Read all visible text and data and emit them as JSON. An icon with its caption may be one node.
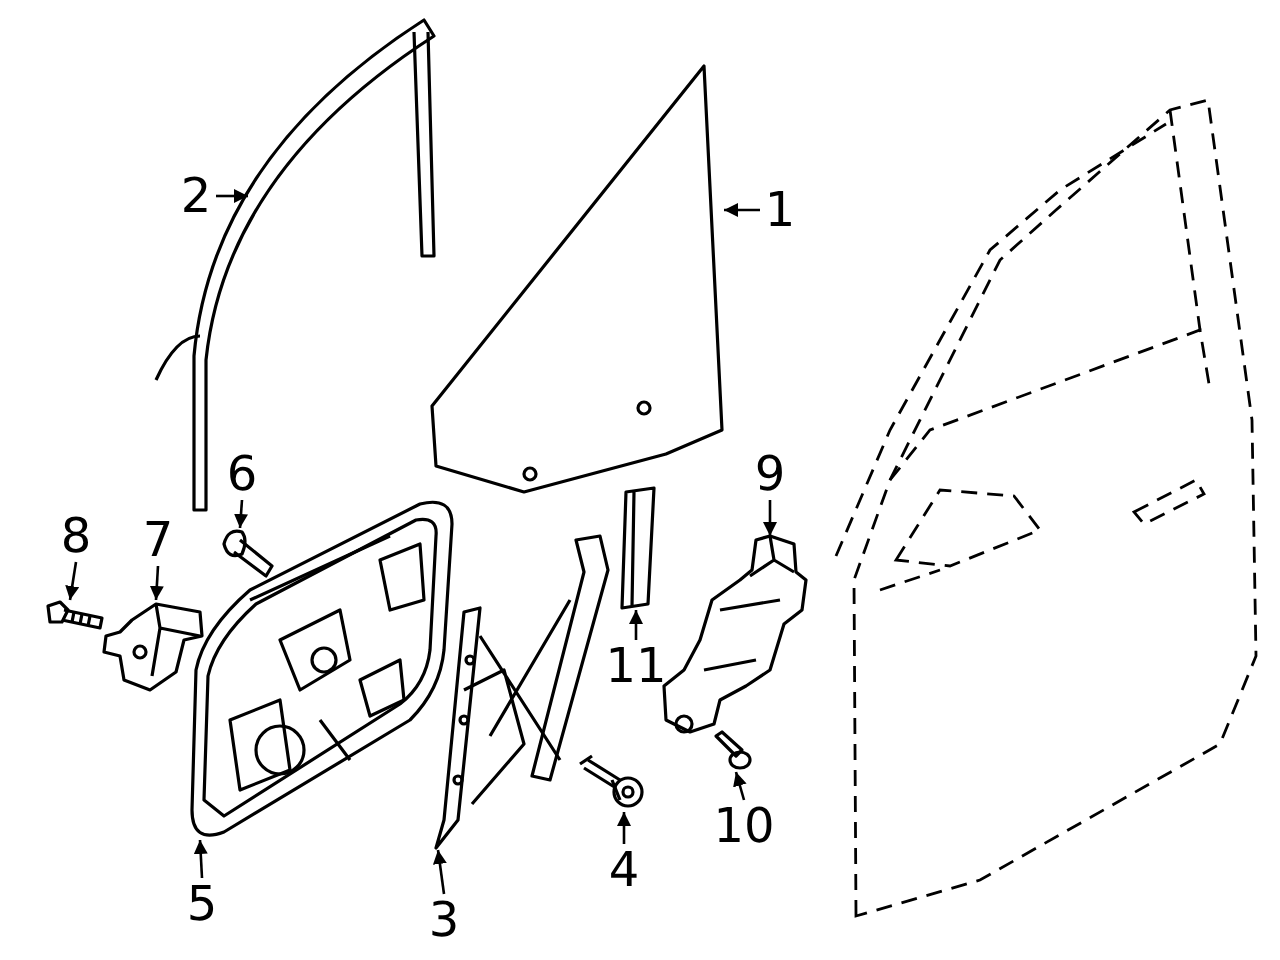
{
  "diagram": {
    "nodes": [
      {
        "text": [
          "1"
        ]
      },
      {
        "text": [
          "2"
        ]
      },
      {
        "text": [
          "3"
        ]
      },
      {
        "text": [
          "4"
        ]
      },
      {
        "text": [
          "5"
        ]
      },
      {
        "text": [
          "6"
        ]
      },
      {
        "text": [
          "7"
        ]
      },
      {
        "text": [
          "8"
        ]
      },
      {
        "text": [
          "9"
        ]
      },
      {
        "text": [
          "10"
        ]
      },
      {
        "text": [
          "11"
        ]
      },
      {
        "text": [],
        "shape": "picture"
      },
      {
        "text": [],
        "shape": "picture"
      },
      {
        "text": [],
        "shape": "picture"
      },
      {
        "text": [],
        "shape": "picture"
      },
      {
        "text": [],
        "shape": "picture"
      },
      {
        "text": [],
        "shape": "picture"
      },
      {
        "text": [],
        "shape": "picture"
      },
      {
        "text": [],
        "shape": "picture"
      },
      {
        "text": [],
        "shape": "picture"
      },
      {
        "text": [],
        "shape": "picture"
      },
      {
        "text": [],
        "shape": "picture"
      }
    ],
    "edges": [
      {
        "from": 0,
        "to": 11,
        "arrow": "to"
      },
      {
        "from": 1,
        "to": 12,
        "arrow": "to"
      },
      {
        "from": 2,
        "to": 13,
        "arrow": "to"
      },
      {
        "from": 3,
        "to": 14,
        "arrow": "to"
      },
      {
        "from": 4,
        "to": 15,
        "arrow": "to"
      },
      {
        "from": 5,
        "to": 16,
        "arrow": "to"
      },
      {
        "from": 6,
        "to": 17,
        "arrow": "to"
      },
      {
        "from": 7,
        "to": 18,
        "arrow": "to"
      },
      {
        "from": 8,
        "to": 19,
        "arrow": "to"
      },
      {
        "from": 9,
        "to": 20,
        "arrow": "to"
      },
      {
        "from": 10,
        "to": 21,
        "arrow": "to"
      }
    ]
  }
}
